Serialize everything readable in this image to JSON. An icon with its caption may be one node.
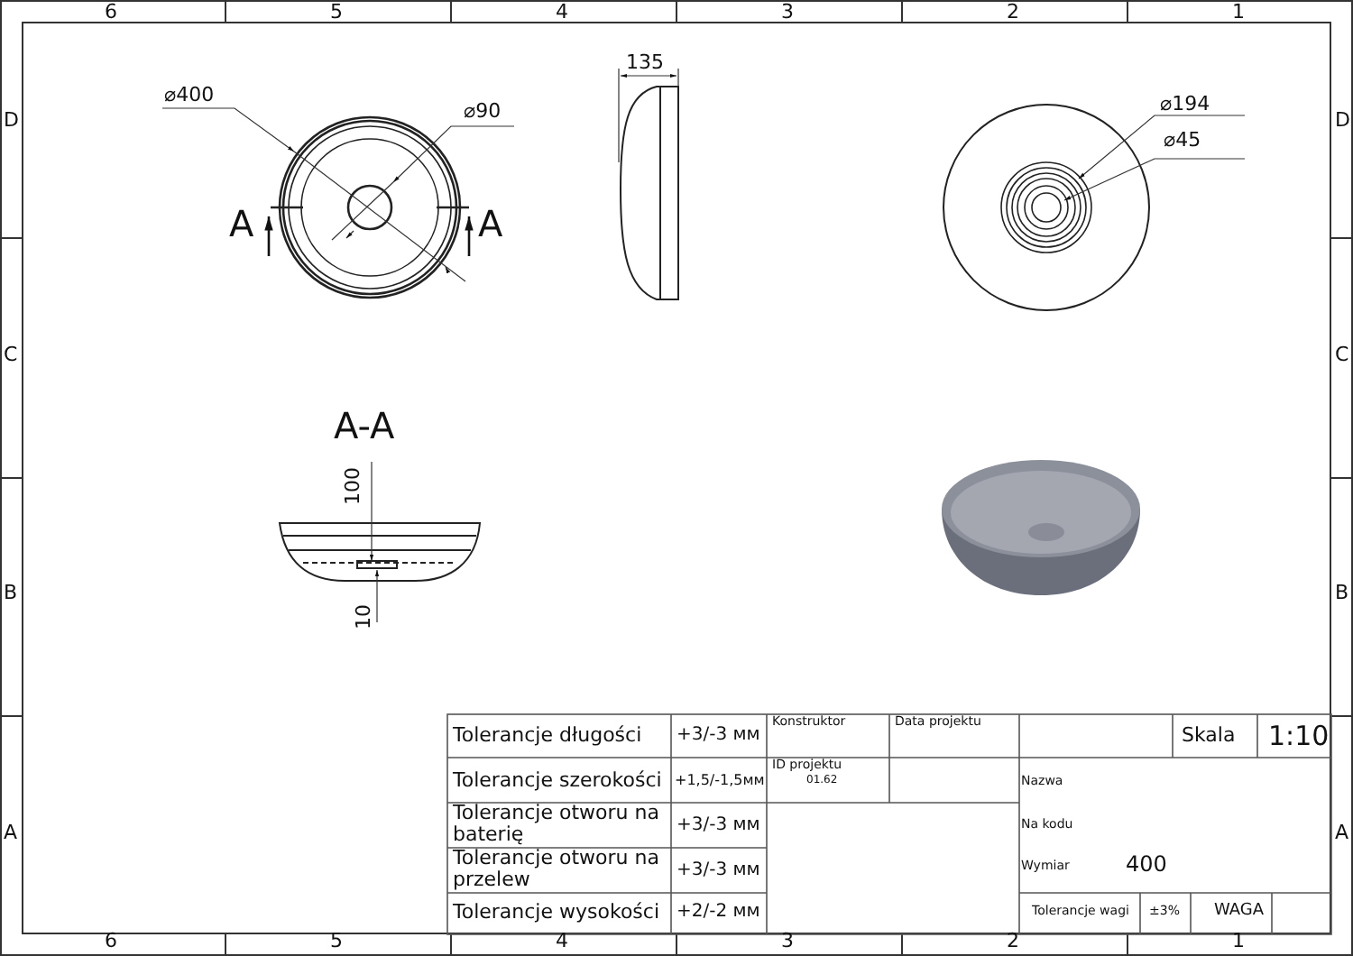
{
  "diagram": {
    "labels": [
      "6",
      "5",
      "4",
      "3",
      "2",
      "1",
      "D",
      "D",
      "⌀400",
      "⌀90",
      "135",
      "⌀194",
      "⌀45",
      "A",
      "A",
      "C",
      "C",
      "A-A",
      "100",
      "B",
      "B",
      "10",
      "Tolerancje długości",
      "+3/-3 мм",
      "Konstruktor",
      "Data projektu",
      "Skala",
      "1:10",
      "Tolerancje szerokości",
      "+1,5/-1,5мм",
      "ID projektu",
      "01.62",
      "Nazwa",
      "Tolerancje otworu na baterię",
      "+3/-3 мм",
      "Na kodu",
      "A",
      "A",
      "Tolerancje otworu na przelew",
      "+3/-3 мм",
      "Wymiar",
      "400",
      "Tolerancje wysokości",
      "+2/-2 мм",
      "Tolerancje wagi",
      "±3%",
      "WAGA",
      "6",
      "5",
      "4",
      "3",
      "2",
      "1"
    ]
  }
}
